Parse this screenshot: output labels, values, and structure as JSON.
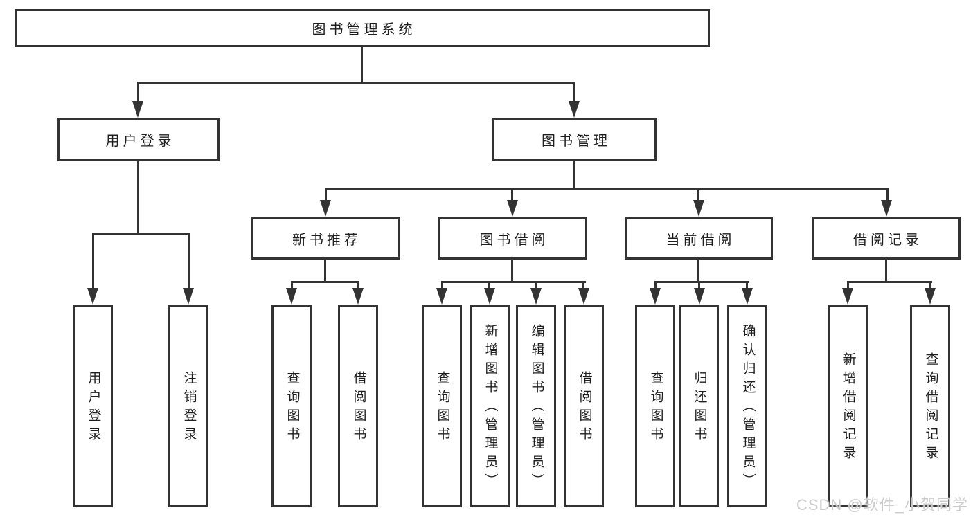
{
  "nodes": {
    "root": "图书管理系统",
    "level2": [
      "用户登录",
      "图书管理"
    ],
    "level3": [
      "新书推荐",
      "图书借阅",
      "当前借阅",
      "借阅记录"
    ],
    "leaves_user_login": [
      "用户登录",
      "注销登录"
    ],
    "leaves_new_book": [
      "查询图书",
      "借阅图书"
    ],
    "leaves_book_borrow": [
      "查询图书",
      "新增图书（管理员）",
      "编辑图书（管理员）",
      "借阅图书"
    ],
    "leaves_current_borrow": [
      "查询图书",
      "归还图书",
      "确认归还（管理员）"
    ],
    "leaves_borrow_records": [
      "新增借阅记录",
      "查询借阅记录"
    ]
  },
  "watermark": "CSDN @软件_小贺同学",
  "colors": {
    "line": "#333333",
    "box_border": "#333333",
    "text": "#1f1f1f",
    "watermark": "#cccccc",
    "background": "#ffffff"
  }
}
